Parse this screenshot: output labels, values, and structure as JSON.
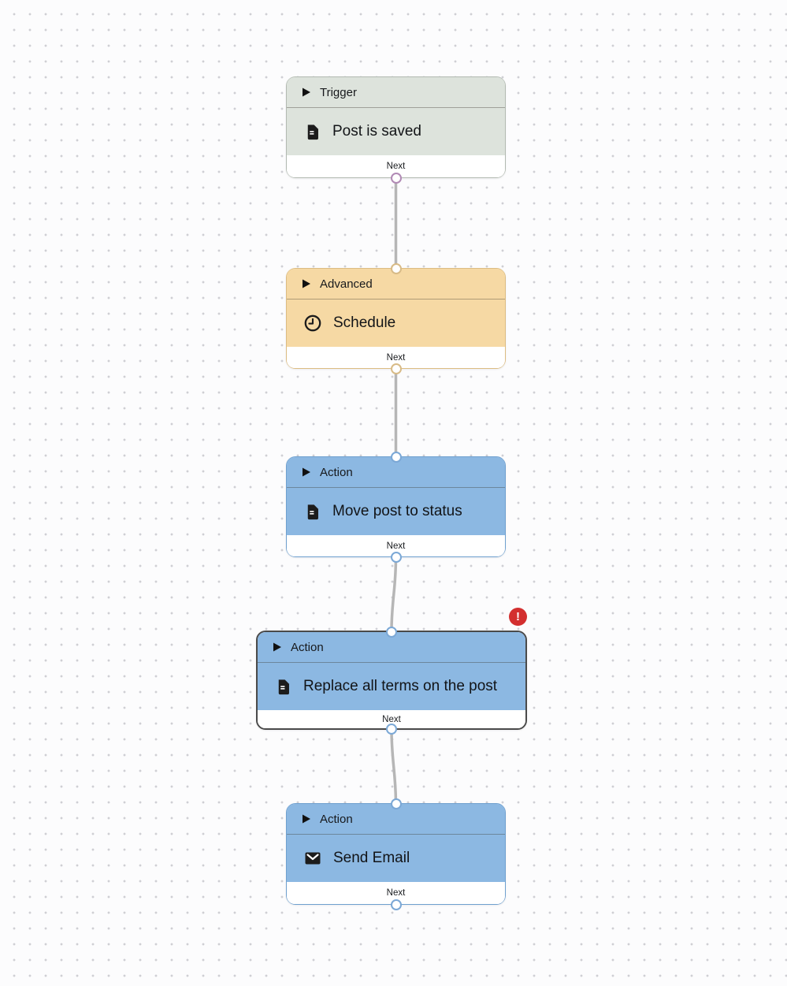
{
  "canvas": {
    "background_color": "#fcfcfd",
    "dot_color": "#cfcfd4"
  },
  "connection_color": "#b6b6b6",
  "nodes": [
    {
      "category_label": "Trigger",
      "title": "Post is saved",
      "icon": "document-icon",
      "footer_label": "Next",
      "fill_color": "#dde3dc",
      "border_color": "#b2bab1",
      "endpoint_color": "#b18ab5",
      "has_error_badge": false
    },
    {
      "category_label": "Advanced",
      "title": "Schedule",
      "icon": "clock-icon",
      "footer_label": "Next",
      "fill_color": "#f6d9a4",
      "border_color": "#dcbc82",
      "endpoint_color": "#d8bb87",
      "has_error_badge": false
    },
    {
      "category_label": "Action",
      "title": "Move post to status",
      "icon": "document-icon",
      "footer_label": "Next",
      "fill_color": "#8cb8e2",
      "border_color": "#6fa0cf",
      "endpoint_color": "#7ba8d6",
      "has_error_badge": false
    },
    {
      "category_label": "Action",
      "title": "Replace all terms on the post",
      "icon": "document-icon",
      "footer_label": "Next",
      "fill_color": "#8cb8e2",
      "border_color": "#4a4a4a",
      "endpoint_color": "#7ba8d6",
      "has_error_badge": true
    },
    {
      "category_label": "Action",
      "title": "Send Email",
      "icon": "envelope-icon",
      "footer_label": "Next",
      "fill_color": "#8cb8e2",
      "border_color": "#6fa0cf",
      "endpoint_color": "#7ba8d6",
      "has_error_badge": false
    }
  ],
  "connections": [
    {
      "from": "Post is saved",
      "to": "Schedule"
    },
    {
      "from": "Schedule",
      "to": "Move post to status"
    },
    {
      "from": "Move post to status",
      "to": "Replace all terms on the post"
    },
    {
      "from": "Replace all terms on the post",
      "to": "Send Email"
    }
  ],
  "error_badge": {
    "symbol": "!",
    "background_color": "#d32f2f"
  }
}
